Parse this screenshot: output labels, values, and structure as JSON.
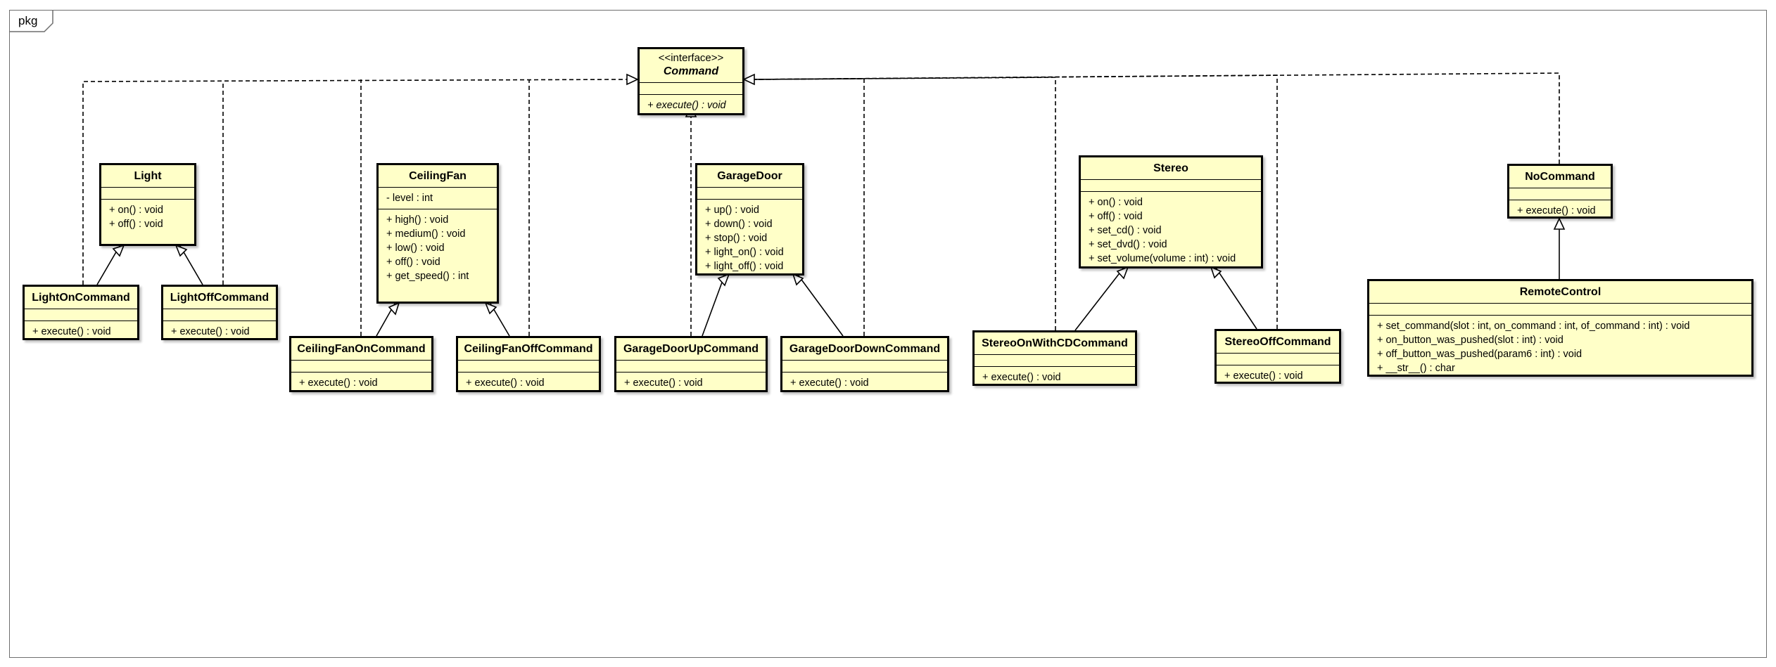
{
  "package": {
    "label": "pkg"
  },
  "colors": {
    "class_fill": "#ffffc8",
    "border": "#000000",
    "frame": "#6e6e6e"
  },
  "classes": {
    "command": {
      "stereotype": "<<interface>>",
      "name": "Command",
      "attributes": [],
      "operations": [
        "+ execute() : void"
      ]
    },
    "light": {
      "name": "Light",
      "attributes": [],
      "operations": [
        "+ on() : void",
        "+ off() : void"
      ]
    },
    "light_on_command": {
      "name": "LightOnCommand",
      "attributes": [],
      "operations": [
        "+ execute() : void"
      ]
    },
    "light_off_command": {
      "name": "LightOffCommand",
      "attributes": [],
      "operations": [
        "+ execute() : void"
      ]
    },
    "ceiling_fan": {
      "name": "CeilingFan",
      "attributes": [
        "- level : int"
      ],
      "operations": [
        "+ high() : void",
        "+ medium() : void",
        "+ low() : void",
        "+ off() : void",
        "+ get_speed() : int"
      ]
    },
    "ceiling_fan_on_command": {
      "name": "CeilingFanOnCommand",
      "attributes": [],
      "operations": [
        "+ execute() : void"
      ]
    },
    "ceiling_fan_off_command": {
      "name": "CeilingFanOffCommand",
      "attributes": [],
      "operations": [
        "+ execute() : void"
      ]
    },
    "garage_door": {
      "name": "GarageDoor",
      "attributes": [],
      "operations": [
        "+ up() : void",
        "+ down() : void",
        "+ stop() : void",
        "+ light_on() : void",
        "+ light_off() : void"
      ]
    },
    "garage_door_up_command": {
      "name": "GarageDoorUpCommand",
      "attributes": [],
      "operations": [
        "+ execute() : void"
      ]
    },
    "garage_door_down_command": {
      "name": "GarageDoorDownCommand",
      "attributes": [],
      "operations": [
        "+ execute() : void"
      ]
    },
    "stereo": {
      "name": "Stereo",
      "attributes": [],
      "operations": [
        "+ on() : void",
        "+ off() : void",
        "+ set_cd() : void",
        "+ set_dvd() : void",
        "+ set_volume(volume : int) : void"
      ]
    },
    "stereo_on_with_cd_command": {
      "name": "StereoOnWithCDCommand",
      "attributes": [],
      "operations": [
        "+ execute() : void"
      ]
    },
    "stereo_off_command": {
      "name": "StereoOffCommand",
      "attributes": [],
      "operations": [
        "+ execute() : void"
      ]
    },
    "no_command": {
      "name": "NoCommand",
      "attributes": [],
      "operations": [
        "+ execute() : void"
      ]
    },
    "remote_control": {
      "name": "RemoteControl",
      "attributes": [],
      "operations": [
        "+ set_command(slot : int, on_command : int, of_command : int) : void",
        "+ on_button_was_pushed(slot : int) : void",
        "+ off_button_was_pushed(param6 : int) : void",
        "+ __str__() : char"
      ]
    }
  }
}
